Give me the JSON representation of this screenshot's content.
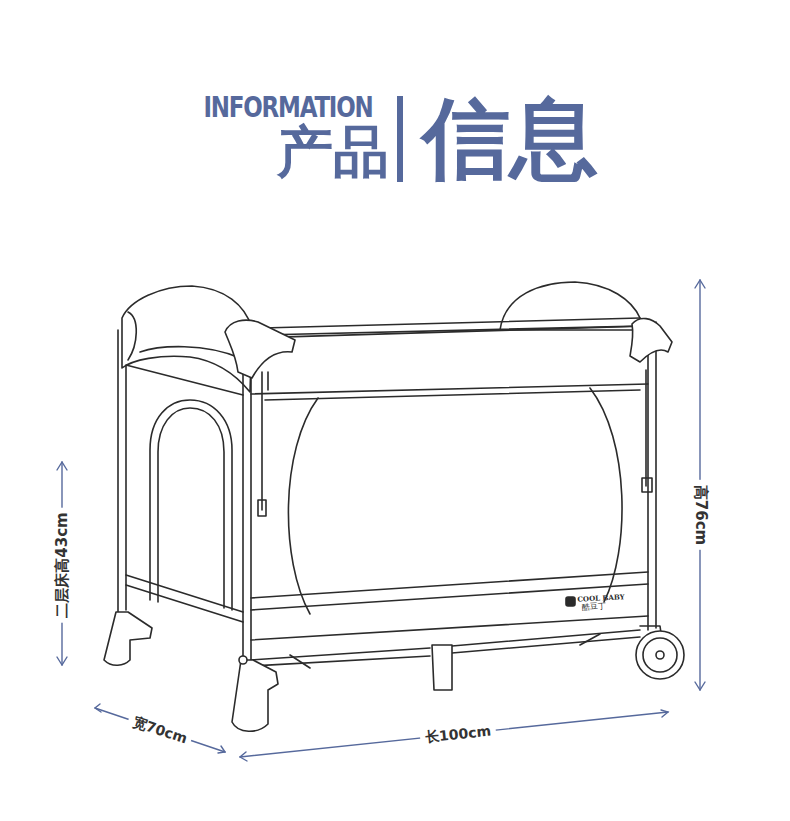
{
  "diagram": {
    "labels": [
      "INFORMATION",
      "产品",
      "信息",
      "二层床高43cm",
      "高76cm",
      "宽70cm",
      "长100cm",
      "COOL BABY",
      "酷豆丁"
    ]
  }
}
